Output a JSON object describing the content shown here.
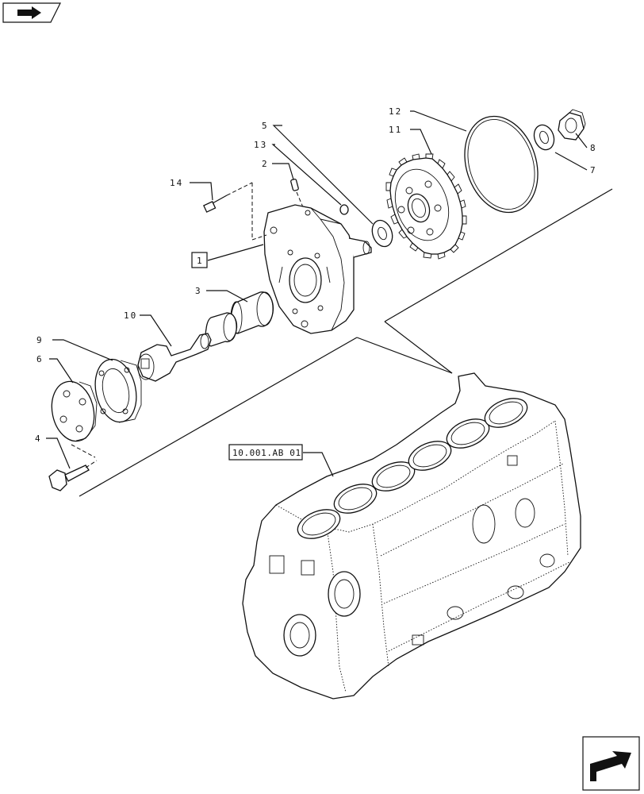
{
  "callouts": {
    "c1": "1",
    "c2": "2",
    "c3": "3",
    "c4": "4",
    "c5": "5",
    "c6": "6",
    "c7": "7",
    "c8": "8",
    "c9": "9",
    "c10": "10",
    "c11": "11",
    "c12": "12",
    "c13": "13",
    "c14": "14"
  },
  "reference": "10.001.AB 01",
  "icons": {
    "top_left": "book-arrow-icon",
    "bottom_right": "next-page-arrow-icon"
  }
}
